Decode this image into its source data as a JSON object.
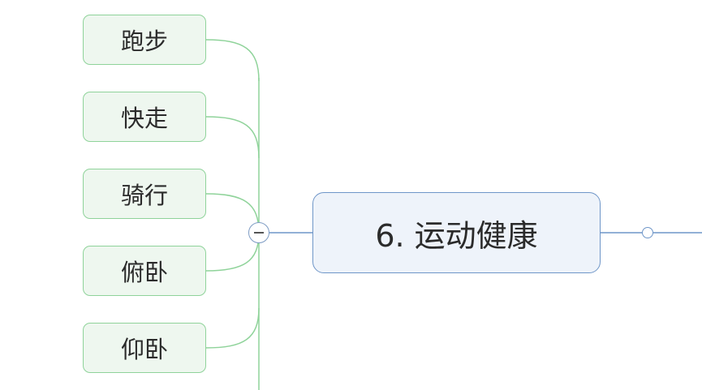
{
  "main_topic": {
    "label": "6. 运动健康"
  },
  "children": [
    {
      "label": "跑步"
    },
    {
      "label": "快走"
    },
    {
      "label": "骑行"
    },
    {
      "label": "俯卧"
    },
    {
      "label": "仰卧"
    }
  ],
  "colors": {
    "branch_line": "#8fd39a",
    "child_fill": "#eef7ef",
    "child_border": "#8fd39a",
    "main_fill": "#eef3fa",
    "main_border": "#6f96c8",
    "connector": "#6f96c8"
  },
  "icons": {
    "collapse": "minus-circle-icon",
    "expand": "circle-handle-icon"
  }
}
